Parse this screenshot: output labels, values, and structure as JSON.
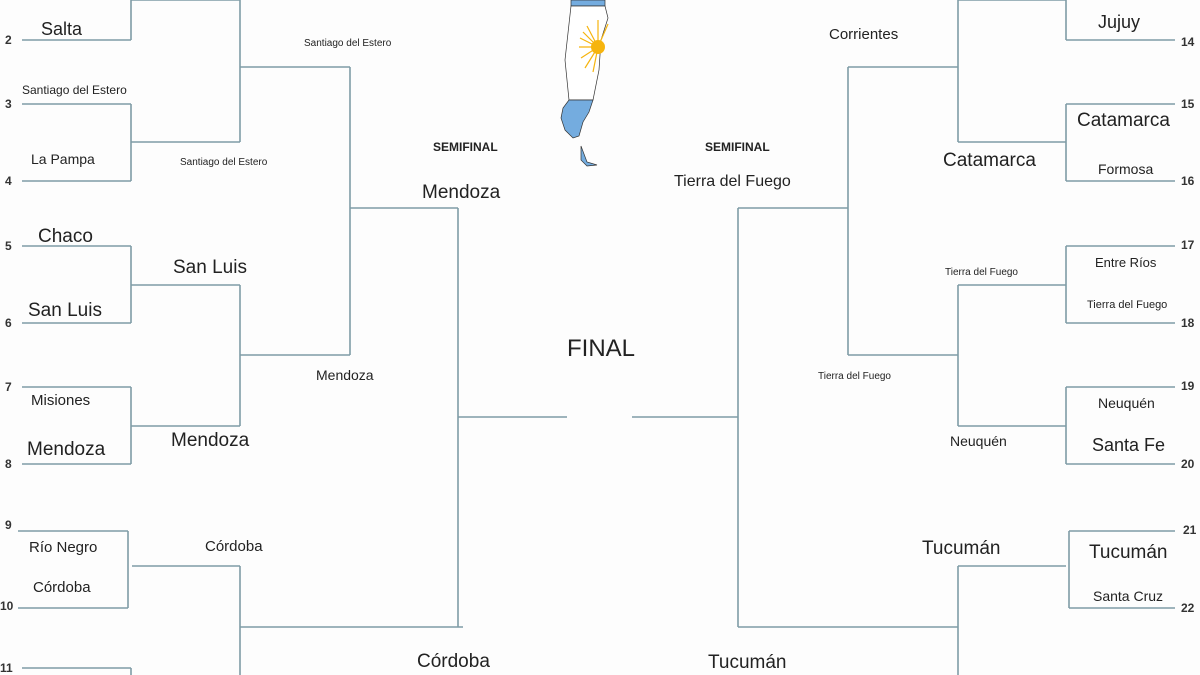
{
  "title_final": "FINAL",
  "semifinal_label": "SEMIFINAL",
  "left": {
    "seeds": [
      "2",
      "3",
      "4",
      "5",
      "6",
      "7",
      "8",
      "9",
      "10",
      "11"
    ],
    "round1": [
      "Salta",
      "Santiago del Estero",
      "La Pampa",
      "Chaco",
      "San Luis",
      "Misiones",
      "Mendoza",
      "Río Negro",
      "Córdoba"
    ],
    "round2": [
      "Santiago del Estero",
      "San Luis",
      "Mendoza",
      "Córdoba"
    ],
    "round3": [
      "Santiago del Estero",
      "Mendoza"
    ],
    "semifinal": "Mendoza",
    "finalist": "Córdoba"
  },
  "right": {
    "seeds": [
      "14",
      "15",
      "16",
      "17",
      "18",
      "19",
      "20",
      "21",
      "22"
    ],
    "round1": [
      "Jujuy",
      "Catamarca",
      "Formosa",
      "Entre Ríos",
      "Tierra del Fuego",
      "Neuquén",
      "Santa Fe",
      "Tucumán",
      "Santa Cruz"
    ],
    "round2": [
      "Catamarca",
      "Tierra del Fuego",
      "Neuquén",
      "Tucumán"
    ],
    "round3": [
      "Corrientes",
      "Tierra del Fuego"
    ],
    "semifinal": "Tierra del Fuego",
    "finalist": "Tucumán"
  },
  "colors": {
    "line": "#7f9ca6",
    "flag_blue": "#74acdf",
    "sun": "#f6b40e"
  }
}
